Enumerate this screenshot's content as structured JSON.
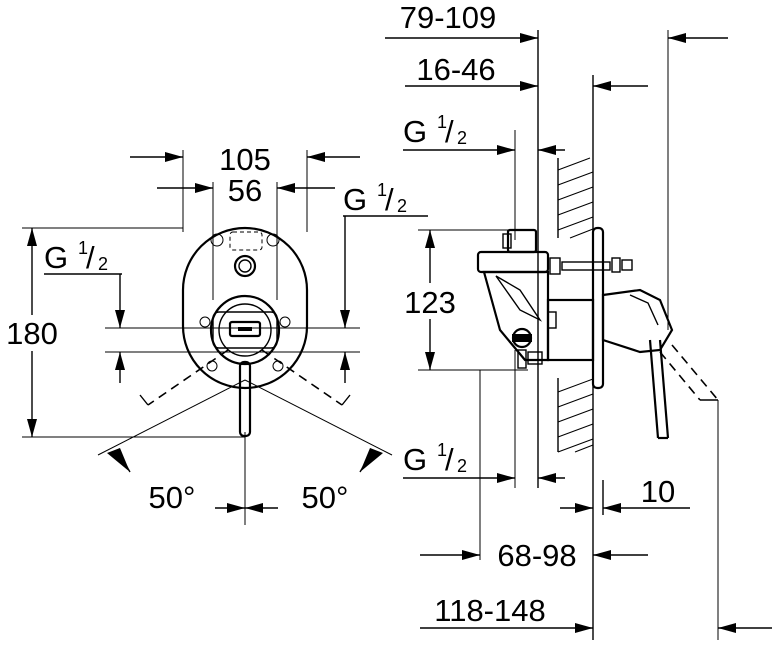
{
  "front_view": {
    "width_overall": "105",
    "width_inner": "56",
    "thread_left": {
      "g": "G",
      "num": "1",
      "den": "2"
    },
    "thread_right": {
      "g": "G",
      "num": "1",
      "den": "2"
    },
    "height": "180",
    "angle_left": "50°",
    "angle_right": "50°"
  },
  "side_view": {
    "depth_range_1": "79-109",
    "depth_range_2": "16-46",
    "thread_top": {
      "g": "G",
      "num": "1",
      "den": "2"
    },
    "height": "123",
    "thread_bottom": {
      "g": "G",
      "num": "1",
      "den": "2"
    },
    "offset": "10",
    "depth_range_3": "68-98",
    "depth_range_4": "118-148"
  }
}
